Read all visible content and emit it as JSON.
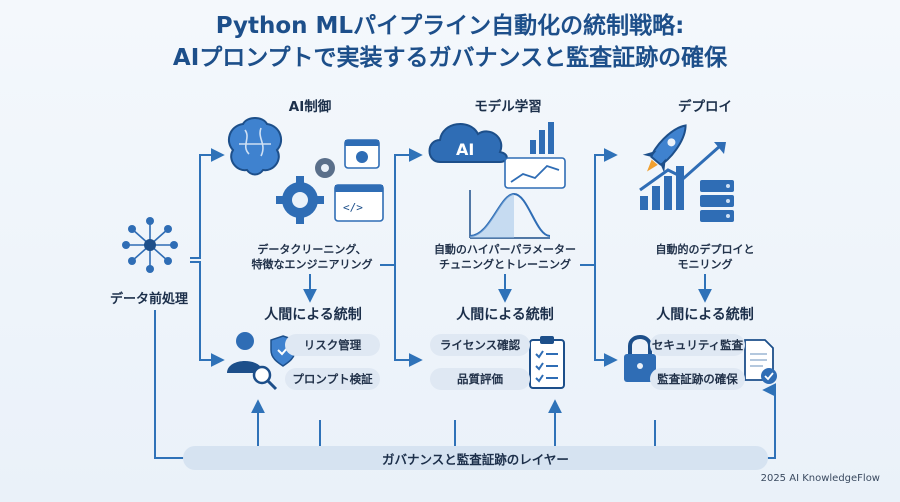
{
  "title": {
    "line1": "Python MLパイプライン自動化の統制戦略:",
    "line2": "AIプロンプトで実装するガバナンスと監査証跡の確保"
  },
  "preprocess": {
    "label": "データ前処理"
  },
  "stages": [
    {
      "title": "AI制御",
      "desc_line1": "データクリーニング、",
      "desc_line2": "特徴なエンジニアリング",
      "gov_title": "人間による統制",
      "items": [
        "リスク管理",
        "プロンプト検証"
      ]
    },
    {
      "title": "モデル学習",
      "icon_text": "AI",
      "desc_line1": "自動のハイパーパラメーター",
      "desc_line2": "チュニングとトレーニング",
      "gov_title": "人間による統制",
      "items": [
        "ライセンス確認",
        "品質評価"
      ]
    },
    {
      "title": "デプロイ",
      "desc_line1": "自動的のデプロイと",
      "desc_line2": "モニリング",
      "gov_title": "人間による統制",
      "items": [
        "セキュリティ監査",
        "監査証跡の確保"
      ]
    }
  ],
  "layer": {
    "label": "ガバナンスと監査証跡のレイヤー"
  },
  "footer": {
    "credit": "2025 AI KnowledgeFlow"
  },
  "colors": {
    "accent": "#2f6db5",
    "dark": "#1d4f8a",
    "line": "#2f72b8",
    "pill": "#dfe8f3"
  }
}
